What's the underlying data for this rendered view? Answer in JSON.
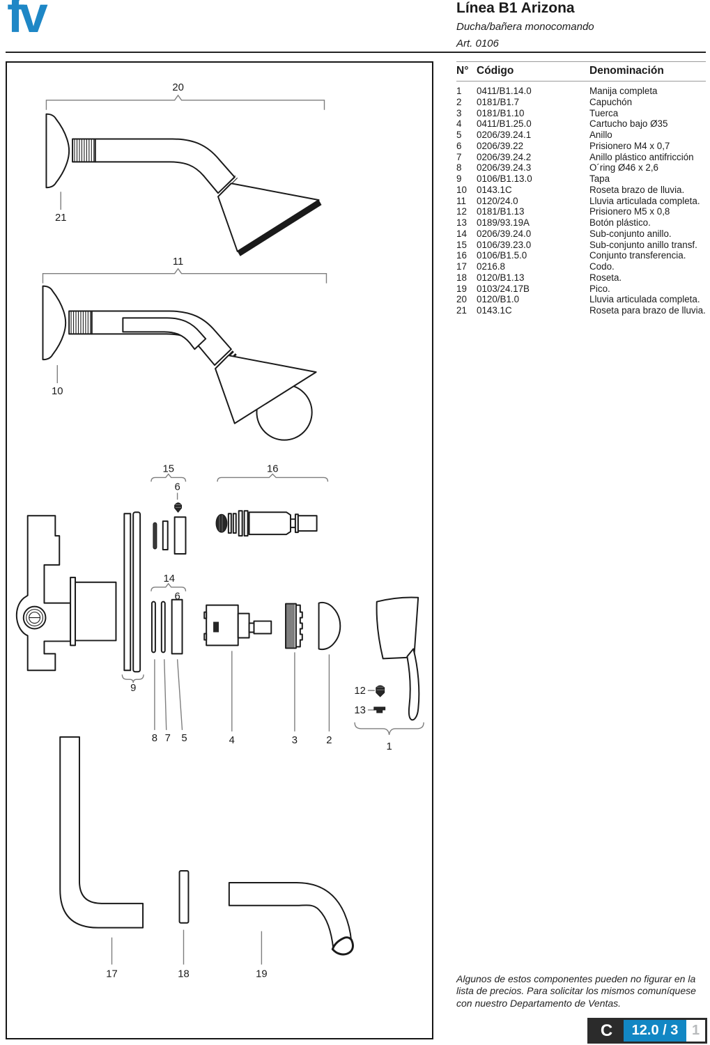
{
  "header": {
    "logo_text": "fv",
    "logo_color": "#1e87c6",
    "title": "Línea B1 Arizona",
    "subtitle": "Ducha/bañera monocomando",
    "article": "Art. 0106"
  },
  "parts_table": {
    "columns": [
      "N°",
      "Código",
      "Denominación"
    ],
    "rows": [
      [
        "1",
        "0411/B1.14.0",
        "Manija completa"
      ],
      [
        "2",
        "0181/B1.7",
        "Capuchón"
      ],
      [
        "3",
        "0181/B1.10",
        "Tuerca"
      ],
      [
        "4",
        "0411/B1.25.0",
        "Cartucho bajo Ø35"
      ],
      [
        "5",
        "0206/39.24.1",
        "Anillo"
      ],
      [
        "6",
        "0206/39.22",
        "Prisionero M4 x 0,7"
      ],
      [
        "7",
        "0206/39.24.2",
        "Anillo plástico antifricción"
      ],
      [
        "8",
        "0206/39.24.3",
        "O´ring Ø46 x 2,6"
      ],
      [
        "9",
        "0106/B1.13.0",
        "Tapa"
      ],
      [
        "10",
        "0143.1C",
        "Roseta brazo de lluvia."
      ],
      [
        "11",
        "0120/24.0",
        "Lluvia articulada completa."
      ],
      [
        "12",
        "0181/B1.13",
        "Prisionero M5 x 0,8"
      ],
      [
        "13",
        "0189/93.19A",
        "Botón plástico."
      ],
      [
        "14",
        "0206/39.24.0",
        "Sub-conjunto anillo."
      ],
      [
        "15",
        "0106/39.23.0",
        "Sub-conjunto anillo transf."
      ],
      [
        "16",
        "0106/B1.5.0",
        "Conjunto transferencia."
      ],
      [
        "17",
        "0216.8",
        "Codo."
      ],
      [
        "18",
        "0120/B1.13",
        "Roseta."
      ],
      [
        "19",
        "0103/24.17B",
        "Pico."
      ],
      [
        "20",
        "0120/B1.0",
        "Lluvia articulada completa."
      ],
      [
        "21",
        "0143.1C",
        "Roseta para brazo de lluvia."
      ]
    ]
  },
  "diagram": {
    "labels": [
      "20",
      "21",
      "11",
      "10",
      "15",
      "6",
      "16",
      "14",
      "6",
      "9",
      "8",
      "7",
      "5",
      "4",
      "3",
      "2",
      "12",
      "13",
      "1",
      "17",
      "18",
      "19"
    ]
  },
  "footer": {
    "note": "Algunos de estos componentes pueden no figurar en la lista de precios. Para solicitar los mismos comuníquese con nuestro Departamento de Ventas.",
    "stamp": {
      "letter": "C",
      "code": "12.0 / 3",
      "page": "1",
      "frame_color": "#2b2b2b",
      "code_bg": "#1287c4",
      "page_color": "#b8babc"
    }
  }
}
